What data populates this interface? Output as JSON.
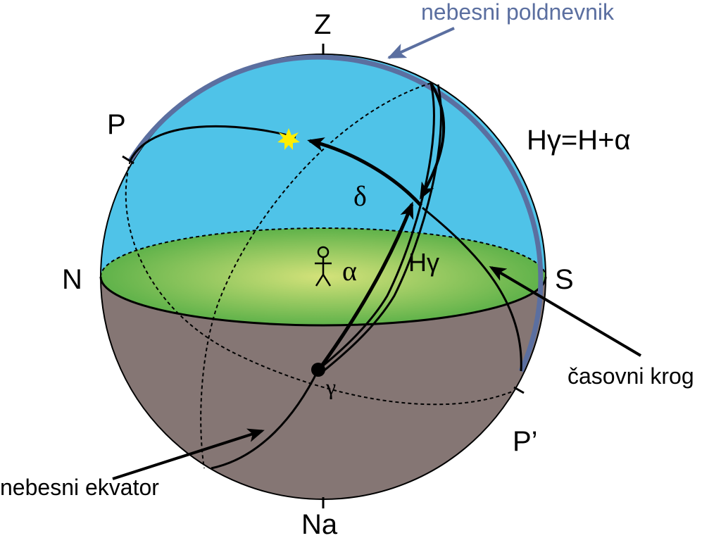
{
  "labels": {
    "zenith": "Z",
    "nadir": "Na",
    "north": "N",
    "south": "S",
    "pole": "P",
    "pole_south": "P’",
    "meridian": "nebesni poldnevnik",
    "hour_circle": "časovni krog",
    "equator": "nebesni ekvator",
    "formula": "Hγ=H+α",
    "delta": "δ",
    "alpha": "α",
    "hour_angle_gamma": "Hγ",
    "gamma": "γ"
  },
  "colors": {
    "sky": "#4fc3e8",
    "ground": "#857674",
    "horizon_center": "#d4e27a",
    "horizon_edge": "#5fb24a",
    "meridian": "#5b6fa0",
    "star": "#ffee00"
  }
}
